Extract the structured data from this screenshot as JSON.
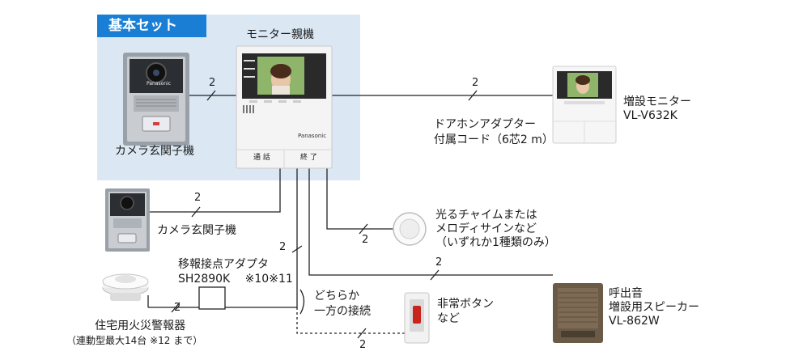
{
  "set_title": "基本セット",
  "main_monitor": {
    "label": "モニター親機",
    "brand": "Panasonic",
    "btn_left": "通 話",
    "btn_right": "終 了"
  },
  "door_camera_main": {
    "label": "カメラ玄関子機",
    "brand": "Panasonic"
  },
  "door_camera_extra": {
    "label": "カメラ玄関子機"
  },
  "extra_monitor": {
    "label": "増設モニター",
    "model": "VL-V632K"
  },
  "adapter_cord": {
    "line1": "ドアホンアダプター",
    "line2": "付属コード（6芯2 m）"
  },
  "chime": {
    "line1": "光るチャイムまたは",
    "line2": "メロディサインなど",
    "line3": "（いずれか1種類のみ）"
  },
  "relay_adapter": {
    "line1": "移報接点アダプタ",
    "line2": "SH2890K　 ※10※11"
  },
  "fire_alarm": {
    "line1": "住宅用火災警報器",
    "line2": "（連動型最大14台 ※12 まで）"
  },
  "either_note": {
    "line1": "どちらか",
    "line2": "一方の接続"
  },
  "emergency_button": {
    "line1": "非常ボタン",
    "line2": "など"
  },
  "speaker": {
    "line1": "呼出音",
    "line2": "増設用スピーカー",
    "line3": "VL-862W"
  },
  "wire_count": "2"
}
